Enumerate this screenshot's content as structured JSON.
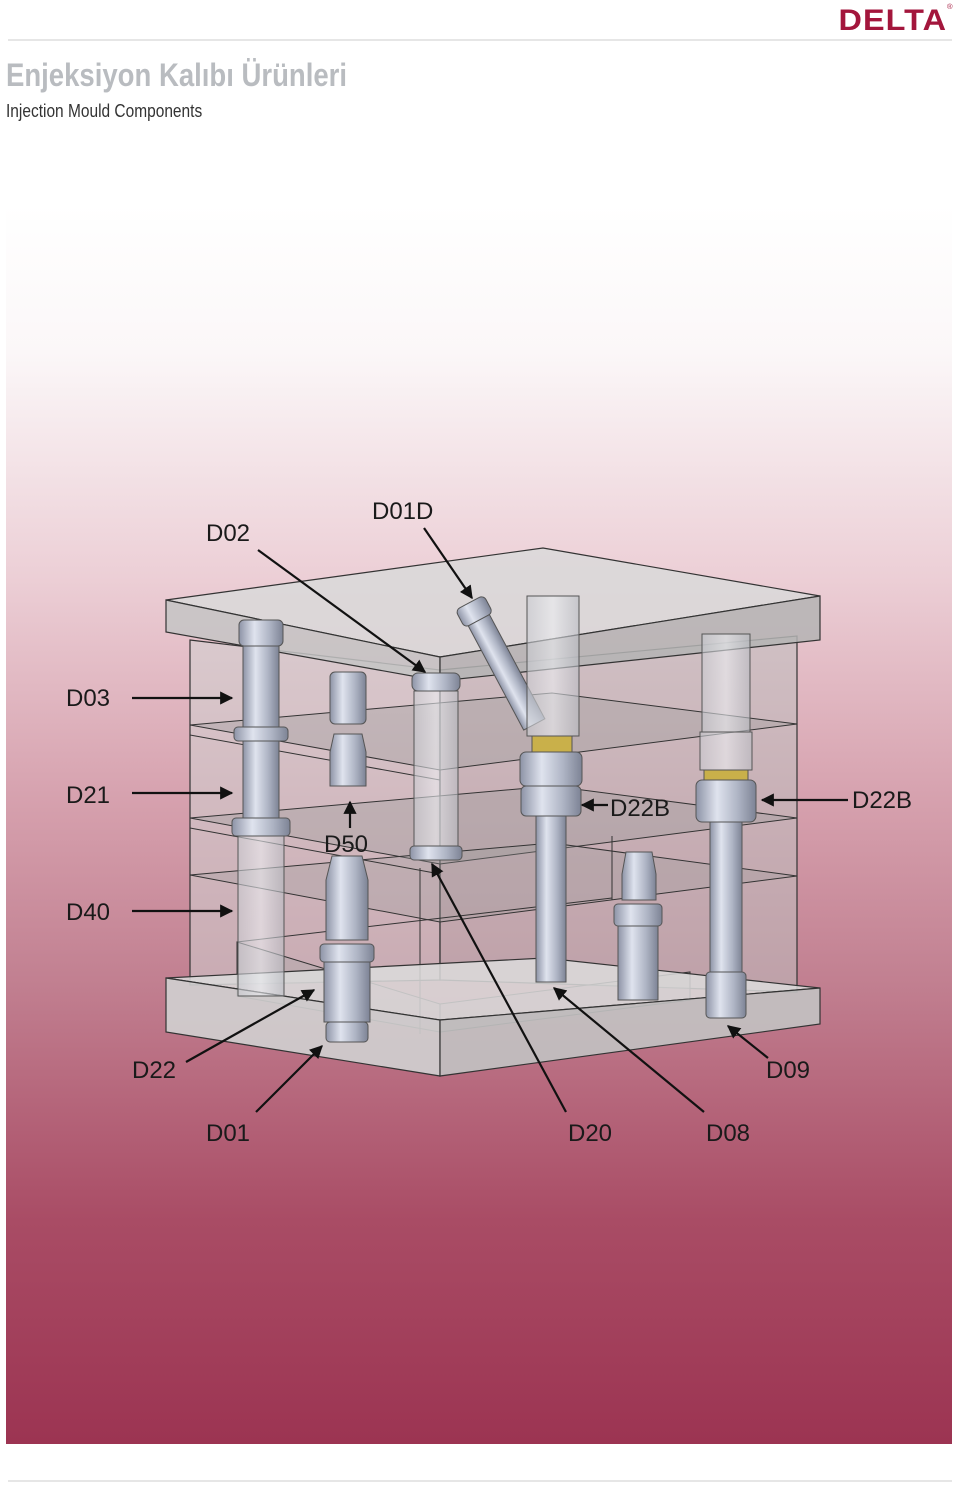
{
  "header": {
    "brand": "DELTA",
    "title_tr": "Enjeksiyon Kalıbı Ürünleri",
    "title_en": "Injection Mould Components"
  },
  "colors": {
    "brand": "#a3163c",
    "gradient_top": "#ffffff",
    "gradient_bottom": "#9c3452",
    "arrow": "#111111"
  },
  "diagram": {
    "labels": [
      "D02",
      "D01D",
      "D03",
      "D21",
      "D50",
      "D22B",
      "D22B",
      "D40",
      "D22",
      "D01",
      "D20",
      "D08",
      "D09"
    ]
  }
}
